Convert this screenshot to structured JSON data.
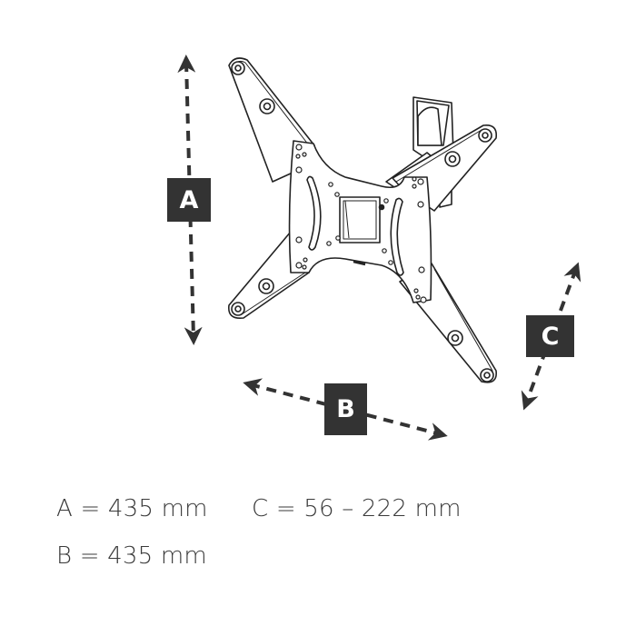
{
  "diagram": {
    "subject": "Tilting and swiveling TV wall mount",
    "colors": {
      "ink": "#222222",
      "arrow": "#333333",
      "label_bg": "#333333",
      "label_text": "#ffffff",
      "spec_text": "#3a3a3a",
      "background": "#ffffff"
    },
    "labels": {
      "a": "A",
      "b": "B",
      "c": "C"
    }
  },
  "specs": {
    "a": "A = 435 mm",
    "b": "B = 435 mm",
    "c": "C = 56 – 222 mm"
  }
}
